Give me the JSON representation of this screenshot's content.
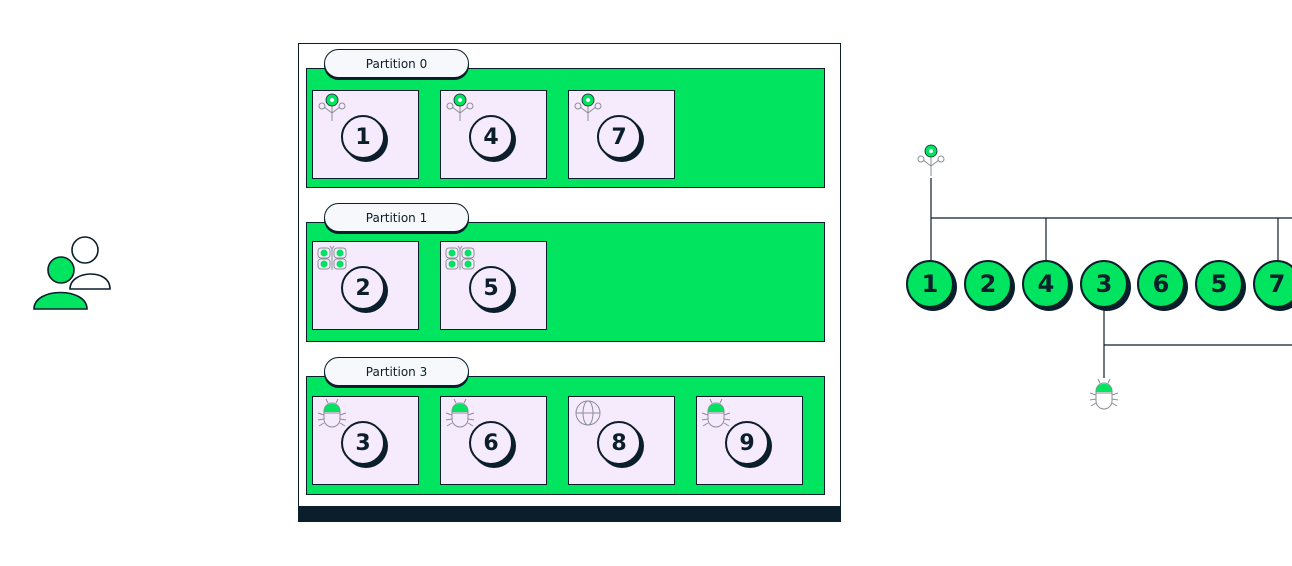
{
  "colors": {
    "accent": "#00e45f",
    "card_bg": "#f6eafd",
    "ink": "#0b1e2b",
    "label_bg": "#f6f8fb"
  },
  "icons": {
    "users": "users-icon",
    "flower": "flower-icon",
    "butterfly": "butterfly-icon",
    "bug": "bug-icon",
    "globe": "globe-icon"
  },
  "partitions": [
    {
      "label": "Partition 0",
      "cards": [
        {
          "number": "1",
          "icon": "flower-icon"
        },
        {
          "number": "4",
          "icon": "flower-icon"
        },
        {
          "number": "7",
          "icon": "flower-icon"
        }
      ]
    },
    {
      "label": "Partition 1",
      "cards": [
        {
          "number": "2",
          "icon": "butterfly-icon"
        },
        {
          "number": "5",
          "icon": "butterfly-icon"
        }
      ]
    },
    {
      "label": "Partition 3",
      "cards": [
        {
          "number": "3",
          "icon": "bug-icon"
        },
        {
          "number": "6",
          "icon": "bug-icon"
        },
        {
          "number": "8",
          "icon": "globe-icon"
        },
        {
          "number": "9",
          "icon": "bug-icon"
        }
      ]
    }
  ],
  "sequence": [
    "1",
    "2",
    "4",
    "3",
    "6",
    "5",
    "7"
  ]
}
